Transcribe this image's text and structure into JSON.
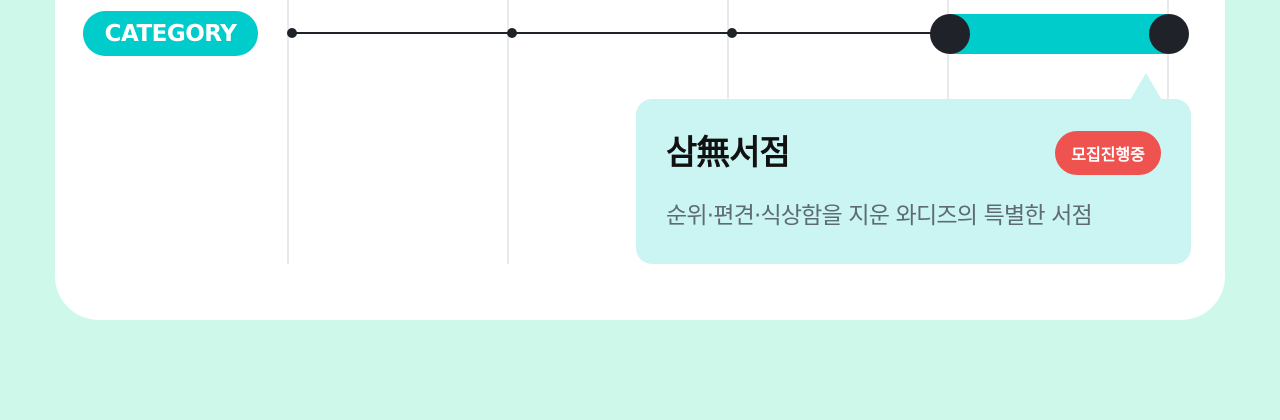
{
  "category": {
    "label": "CATEGORY"
  },
  "timeline": {
    "range_color": "#00cccc",
    "selected_range": "last-segment"
  },
  "tooltip": {
    "title": "삼無서점",
    "badge": "모집진행중",
    "description": "순위·편견·식상함을 지운 와디즈의 특별한 서점"
  },
  "colors": {
    "background": "#cef8ea",
    "accent": "#00cccc",
    "badge": "#ef5350",
    "tooltip_bg": "#cbf5f3",
    "dark": "#1f2329"
  }
}
